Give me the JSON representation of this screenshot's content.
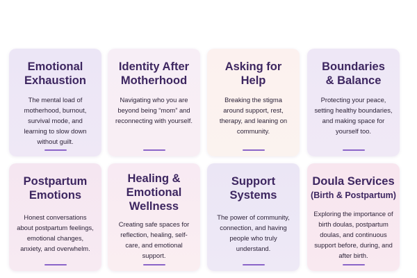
{
  "cards": [
    {
      "title": "Emotional Exhaustion",
      "description": "The mental load of motherhood, burnout, survival mode, and learning to slow down without guilt."
    },
    {
      "title": "Identity After Motherhood",
      "description": "Navigating who you are beyond being “mom” and reconnecting with yourself."
    },
    {
      "title": "Asking for Help",
      "description": "Breaking the stigma around support, rest, therapy, and leaning on community."
    },
    {
      "title": "Boundaries & Balance",
      "description": "Protecting your peace, setting healthy boundaries, and making space for yourself too."
    },
    {
      "title": "Postpartum Emotions",
      "description": "Honest conversations about postpartum feelings, emotional changes, anxiety, and overwhelm."
    },
    {
      "title": "Healing & Emotional Wellness",
      "description": "Creating safe spaces for reflection, healing, self-care, and emotional support."
    },
    {
      "title": "Support Systems",
      "description": "The power of community, connection, and having people who truly understand."
    },
    {
      "title": "Doula Services",
      "subtitle": "(Birth & Postpartum)",
      "description": "Exploring the importance of birth doulas, postpartum doulas, and continuous support before, during, and after birth."
    }
  ]
}
